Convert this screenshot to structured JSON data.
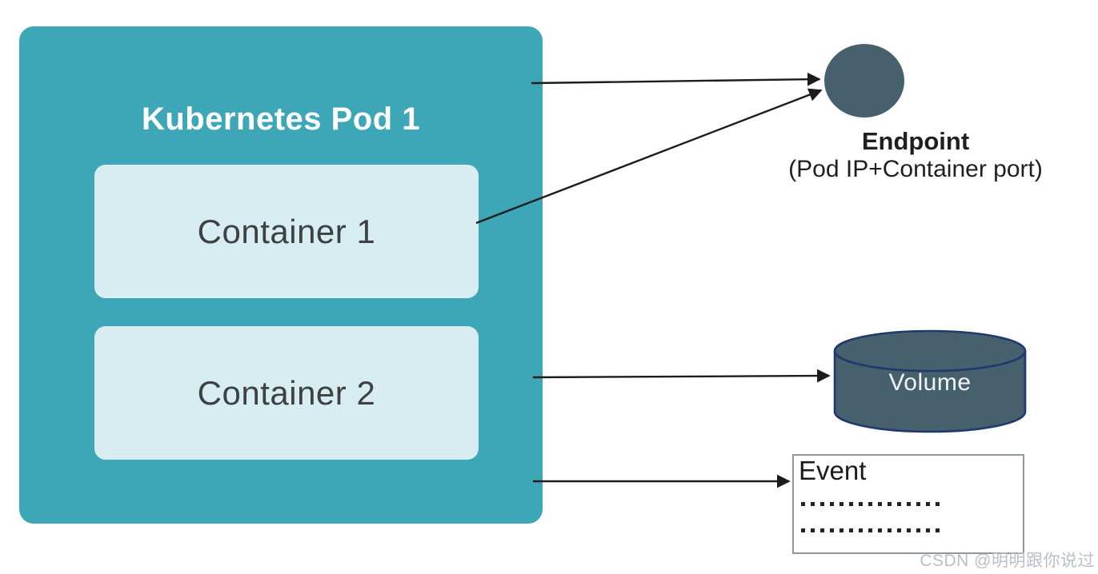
{
  "pod": {
    "title": "Kubernetes Pod 1",
    "containers": [
      {
        "label": "Container 1"
      },
      {
        "label": "Container 2"
      }
    ]
  },
  "endpoint": {
    "label": "Endpoint",
    "sublabel": "(Pod IP+Container port)"
  },
  "volume": {
    "label": "Volume"
  },
  "event": {
    "label": "Event"
  },
  "watermark": {
    "text": "CSDN @明明跟你说过"
  },
  "colors": {
    "pod_fill": "#3EA7B7",
    "container_fill": "#D8EDF2",
    "container_text": "#3E4142",
    "node_fill": "#47606E",
    "volume_border": "#1F3A6B",
    "event_border": "#8E989F",
    "arrow": "#1C1C1C",
    "text_dark": "#1F1F1F",
    "watermark_color": "#B5C0CA"
  }
}
